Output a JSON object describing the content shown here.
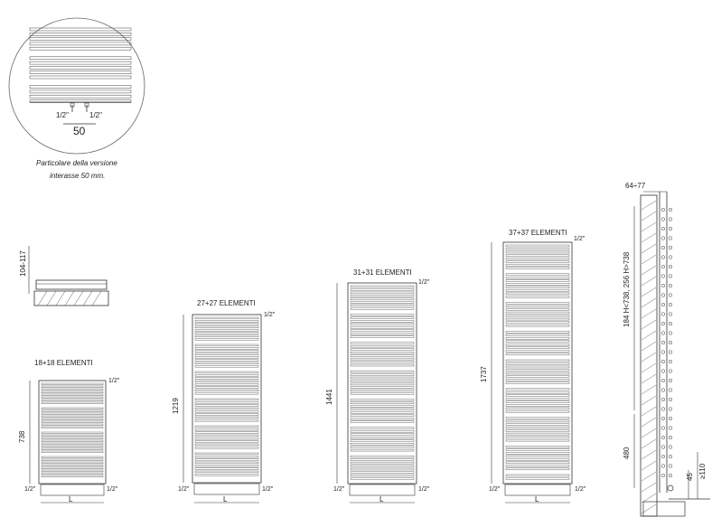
{
  "detail": {
    "pipe_left": "1/2\"",
    "pipe_right": "1/2\"",
    "spacing": "50",
    "caption_line1": "Particolare della versione",
    "caption_line2": "interasse 50 mm."
  },
  "side_detail": {
    "depth_label": "104-117"
  },
  "radiators": [
    {
      "elements_label": "18+18 ELEMENTI",
      "height_label": "738",
      "bars": 36,
      "valve_top": "1/2\"",
      "valve_left": "1/2\"",
      "valve_right": "1/2\"",
      "width_label": "L"
    },
    {
      "elements_label": "27+27 ELEMENTI",
      "height_label": "1219",
      "bars": 54,
      "valve_top": "1/2\"",
      "valve_left": "1/2\"",
      "valve_right": "1/2\"",
      "width_label": "L"
    },
    {
      "elements_label": "31+31 ELEMENTI",
      "height_label": "1441",
      "bars": 62,
      "valve_top": "1/2\"",
      "valve_left": "1/2\"",
      "valve_right": "1/2\"",
      "width_label": "L"
    },
    {
      "elements_label": "37+37 ELEMENTI",
      "height_label": "1737",
      "bars": 74,
      "valve_top": "1/2\"",
      "valve_left": "1/2\"",
      "valve_right": "1/2\"",
      "width_label": "L"
    }
  ],
  "profile": {
    "depth_label": "64÷77",
    "spacing_label": "184 H<738, 256 H>738",
    "bottom_label": "480",
    "offset_label": "45",
    "floor_label": "≥110"
  }
}
